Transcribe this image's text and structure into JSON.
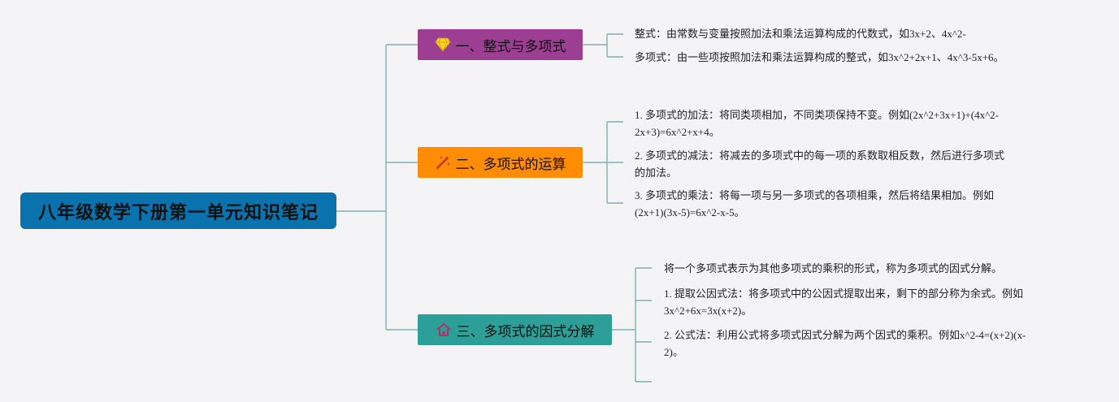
{
  "title": "八年级数学下册第一单元知识笔记",
  "branches": [
    {
      "label": "一、整式与多项式",
      "icon": "diamond-icon",
      "color": "#9c3f93",
      "items": [
        {
          "text": "整式：由常数与变量按照加法和乘法运算构成的代数式，如3x+2、4x^2-"
        },
        {
          "text": "多项式：由一些项按照加法和乘法运算构成的整式，如3x^2+2x+1、4x^3-5x+6。"
        }
      ]
    },
    {
      "label": "二、多项式的运算",
      "icon": "magic-wand-icon",
      "color": "#ff8c05",
      "items": [
        {
          "line1": "1. 多项式的加法：将同类项相加，不同类项保持不变。例如(2x^2+3x+1)+(4x^2-",
          "line2": "2x+3)=6x^2+x+4。"
        },
        {
          "line1": "2. 多项式的减法：将减去的多项式中的每一项的系数取相反数，然后进行多项式",
          "line2": "的加法。"
        },
        {
          "line1": "3. 多项式的乘法：将每一项与另一多项式的各项相乘，然后将结果相加。例如",
          "line2": "(2x+1)(3x-5)=6x^2-x-5。"
        }
      ]
    },
    {
      "label": "三、多项式的因式分解",
      "icon": "house-icon",
      "color": "#2b9f98",
      "items": [
        {
          "line1": "将一个多项式表示为其他多项式的乘积的形式，称为多项式的因式分解。",
          "line2": ""
        },
        {
          "line1": "1. 提取公因式法：将多项式中的公因式提取出来，剩下的部分称为余式。例如",
          "line2": "3x^2+6x=3x(x+2)。"
        },
        {
          "line1": "2. 公式法：利用公式将多项式因式分解为两个因式的乘积。例如x^2-4=(x+2)(x-",
          "line2": "2)。"
        },
        {
          "line1": "",
          "line2": ""
        }
      ]
    }
  ]
}
